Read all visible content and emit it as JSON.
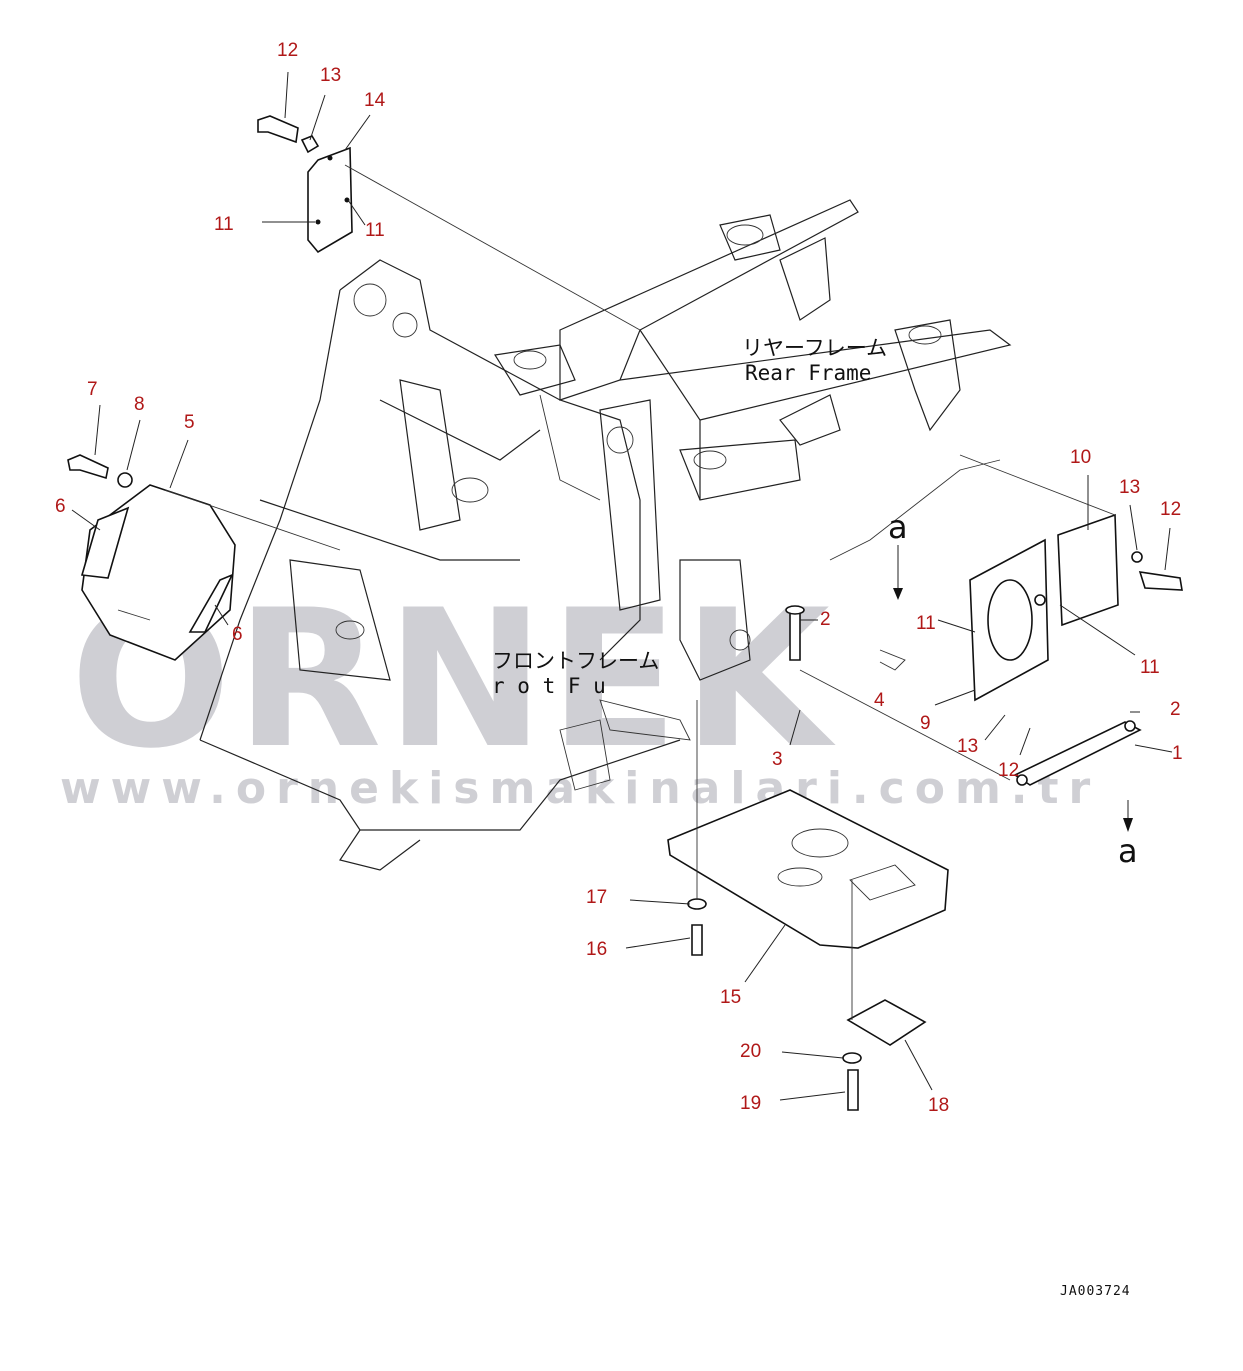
{
  "diagram": {
    "watermark_brand": "ÖRNEK",
    "watermark_url": "www.ornekismakinalari.com.tr",
    "doc_code": "JA003724",
    "rear_frame_jp": "リヤーフレーム",
    "rear_frame_en": "Rear Frame",
    "front_frame_jp": "フロントフレーム",
    "front_frame_en": "r o t F u",
    "section_arrow_letter": "a",
    "callouts": [
      {
        "id": "c12a",
        "text": "12"
      },
      {
        "id": "c13a",
        "text": "13"
      },
      {
        "id": "c14",
        "text": "14"
      },
      {
        "id": "c11a",
        "text": "11"
      },
      {
        "id": "c11b",
        "text": "11"
      },
      {
        "id": "c7",
        "text": "7"
      },
      {
        "id": "c8",
        "text": "8"
      },
      {
        "id": "c5",
        "text": "5"
      },
      {
        "id": "c6a",
        "text": "6"
      },
      {
        "id": "c6b",
        "text": "6"
      },
      {
        "id": "c10",
        "text": "10"
      },
      {
        "id": "c13b",
        "text": "13"
      },
      {
        "id": "c12b",
        "text": "12"
      },
      {
        "id": "c2a",
        "text": "2"
      },
      {
        "id": "c11c",
        "text": "11"
      },
      {
        "id": "c11d",
        "text": "11"
      },
      {
        "id": "c4",
        "text": "4"
      },
      {
        "id": "c9",
        "text": "9"
      },
      {
        "id": "c3",
        "text": "3"
      },
      {
        "id": "c13c",
        "text": "13"
      },
      {
        "id": "c12c",
        "text": "12"
      },
      {
        "id": "c2b",
        "text": "2"
      },
      {
        "id": "c1",
        "text": "1"
      },
      {
        "id": "c17",
        "text": "17"
      },
      {
        "id": "c16",
        "text": "16"
      },
      {
        "id": "c15",
        "text": "15"
      },
      {
        "id": "c20",
        "text": "20"
      },
      {
        "id": "c19",
        "text": "19"
      },
      {
        "id": "c18",
        "text": "18"
      }
    ]
  }
}
